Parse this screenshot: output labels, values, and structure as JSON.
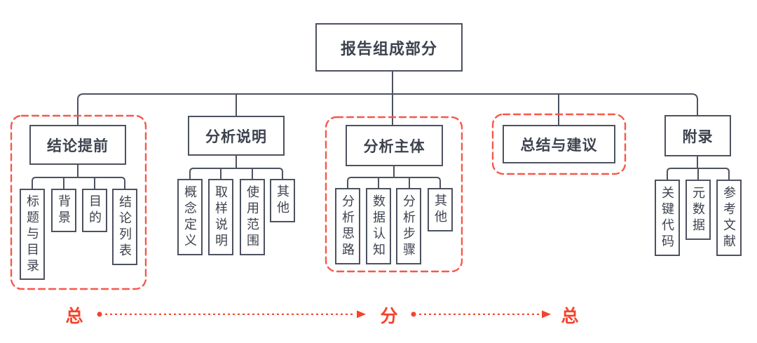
{
  "diagram": {
    "root_label": "报告组成部分",
    "branches": [
      {
        "label": "结论提前",
        "highlighted": true,
        "children": [
          "标题与目录",
          "背景",
          "目的",
          "结论列表"
        ]
      },
      {
        "label": "分析说明",
        "highlighted": false,
        "children": [
          "概念定义",
          "取样说明",
          "使用范围",
          "其他"
        ]
      },
      {
        "label": "分析主体",
        "highlighted": true,
        "children": [
          "分析思路",
          "数据认知",
          "分析步骤",
          "其他"
        ]
      },
      {
        "label": "总结与建议",
        "highlighted": true,
        "children": []
      },
      {
        "label": "附录",
        "highlighted": false,
        "children": [
          "关键代码",
          "元数据",
          "参考文献"
        ]
      }
    ],
    "flow_labels": [
      "总",
      "分",
      "总"
    ],
    "colors": {
      "highlight_red": "#f8574a",
      "flow_red": "#f4432c",
      "line_gray": "#4d525f",
      "text_dark": "#3d424e",
      "background": "#ffffff"
    }
  }
}
